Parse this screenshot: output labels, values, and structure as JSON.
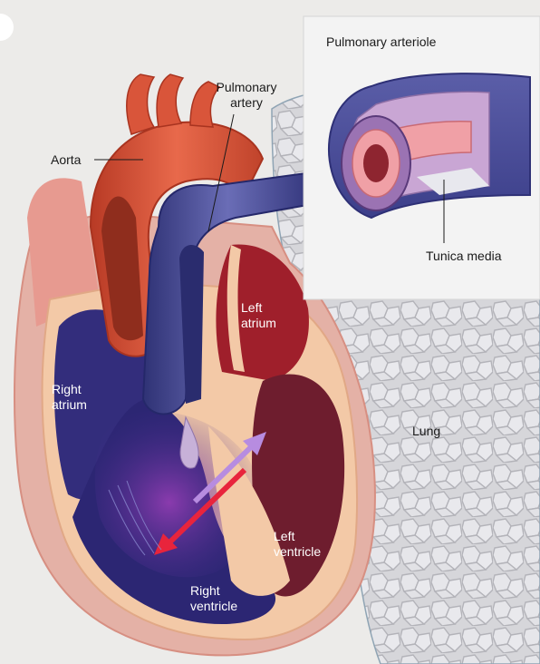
{
  "labels": {
    "pulmonary_arteriole": "Pulmonary arteriole",
    "pulmonary_artery_line1": "Pulmonary",
    "pulmonary_artery_line2": "artery",
    "aorta": "Aorta",
    "left_atrium_line1": "Left",
    "left_atrium_line2": "atrium",
    "right_atrium_line1": "Right",
    "right_atrium_line2": "atrium",
    "tunica_media": "Tunica media",
    "lung": "Lung",
    "left_ventricle_line1": "Left",
    "left_ventricle_line2": "ventricle",
    "right_ventricle_line1": "Right",
    "right_ventricle_line2": "ventricle"
  },
  "colors": {
    "background": "#ecebe9",
    "aorta": "#d9553a",
    "pulmonary_artery": "#4d4f95",
    "myocardium": "#f2c7a4",
    "right_chamber": "#2f2a78",
    "left_chamber": "#a8242e",
    "arteriole_media": "#c9a6d4",
    "arteriole_lumen": "#f0a0a6",
    "lung_tissue": "#c9c9cd",
    "arrow_red": "#e8243c",
    "arrow_violet": "#b78ce0"
  }
}
